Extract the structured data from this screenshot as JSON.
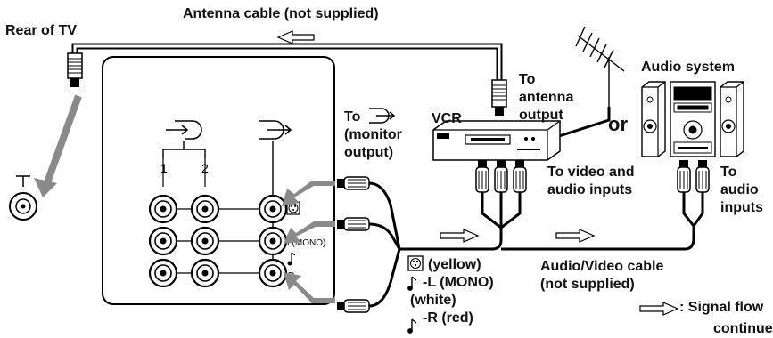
{
  "labels": {
    "antenna_cable": "Antenna cable (not supplied)",
    "rear_of_tv": "Rear of TV",
    "to_antenna_output": [
      "To",
      "antenna",
      "output"
    ],
    "vcr": "VCR",
    "or": "or",
    "audio_system": "Audio system",
    "to_monitor_output": [
      "To",
      "(monitor",
      "output)"
    ],
    "to_video_audio_inputs": [
      "To video and",
      "audio inputs"
    ],
    "to_audio_inputs": [
      "To",
      "audio",
      "inputs"
    ],
    "cable_colors": [
      "(yellow)",
      "-L (MONO)",
      "(white)",
      "-R (red)"
    ],
    "av_cable": [
      "Audio/Video cable",
      "(not supplied)"
    ],
    "signal_flow": ": Signal flow",
    "continued": "continued"
  },
  "panel_labels": {
    "input_1": "1",
    "input_2": "2",
    "l_mono": "L(MONO)",
    "r": "R"
  },
  "icons": {
    "input": "input-arrow-icon",
    "output": "output-arrow-icon",
    "video": "video-jack-icon",
    "audio": "audio-note-icon",
    "signal_flow": "hollow-arrow-icon"
  },
  "colors": {
    "line": "#000000",
    "arrow_gray": "#8a8a8a",
    "panel_bg": "#ffffff"
  }
}
